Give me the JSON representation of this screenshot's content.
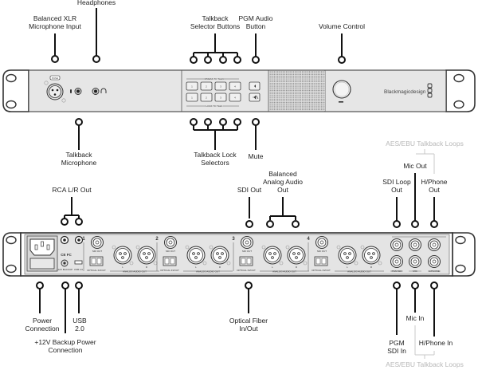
{
  "diagram_title": "Blackmagic Talkback Converter 4K – Front and Rear Panel Connections",
  "front_panel": {
    "callouts_top": [
      {
        "id": "headphones",
        "label": [
          "Headphones"
        ]
      },
      {
        "id": "xlr-mic",
        "label": [
          "Balanced XLR",
          "Microphone Input"
        ]
      },
      {
        "id": "talkback-selectors",
        "label": [
          "Talkback",
          "Selector Buttons"
        ]
      },
      {
        "id": "pgm-audio",
        "label": [
          "PGM Audio",
          "Button"
        ]
      },
      {
        "id": "volume",
        "label": [
          "Volume Control"
        ]
      }
    ],
    "callouts_bottom": [
      {
        "id": "talkback-mic",
        "label": [
          "Talkback",
          "Microphone"
        ]
      },
      {
        "id": "talkback-lock",
        "label": [
          "Talkback Lock",
          "Selectors"
        ]
      },
      {
        "id": "mute",
        "label": [
          "Mute"
        ]
      }
    ],
    "panel_text": {
      "push": "PUSH",
      "press_to_talk": "PRESS TO TALK",
      "lock_to_talk": "LOCK TO TALK",
      "buttons_top": [
        "1",
        "2",
        "3",
        "4"
      ],
      "buttons_bottom": [
        "1",
        "2",
        "3",
        "4"
      ],
      "brand": "Blackmagicdesign"
    }
  },
  "rear_panel": {
    "callouts_top": [
      {
        "id": "rca",
        "label": [
          "RCA L/R Out"
        ]
      },
      {
        "id": "sdi-out",
        "label": [
          "SDI Out"
        ]
      },
      {
        "id": "analog-out",
        "label": [
          "Balanced",
          "Analog Audio",
          "Out"
        ]
      },
      {
        "id": "sdi-loop",
        "label": [
          "SDI Loop",
          "Out"
        ]
      },
      {
        "id": "mic-out",
        "label": [
          "Mic Out"
        ]
      },
      {
        "id": "hphone-out",
        "label": [
          "H/Phone",
          "Out"
        ]
      }
    ],
    "loops_top_label": "AES/EBU Talkback Loops",
    "callouts_bottom": [
      {
        "id": "power",
        "label": [
          "Power",
          "Connection"
        ]
      },
      {
        "id": "backup-power",
        "label": [
          "+12V Backup Power",
          "Connection"
        ]
      },
      {
        "id": "usb",
        "label": [
          "USB",
          "2.0"
        ]
      },
      {
        "id": "optical",
        "label": [
          "Optical Fiber",
          "In/Out"
        ]
      },
      {
        "id": "pgm-sdi-in",
        "label": [
          "PGM",
          "SDI In"
        ]
      },
      {
        "id": "mic-in",
        "label": [
          "Mic In"
        ]
      },
      {
        "id": "hphone-in",
        "label": [
          "H/Phone In"
        ]
      }
    ],
    "loops_bottom_label": "AES/EBU Talkback Loops",
    "panel_text": {
      "channels": [
        "1",
        "2",
        "3",
        "4"
      ],
      "sdi_out": "SDI OUT",
      "optical": "OPTICAL IN/OUT",
      "analog_out": "ANALOG AUDIO OUT",
      "l": "L",
      "r": "R",
      "pgm_sdi": "PGM SDI",
      "mic": "MIC",
      "hphone": "H/PHONE",
      "usb": "USB 2.0",
      "backup": "+12V BACKUP",
      "ce": "CE FC"
    }
  }
}
